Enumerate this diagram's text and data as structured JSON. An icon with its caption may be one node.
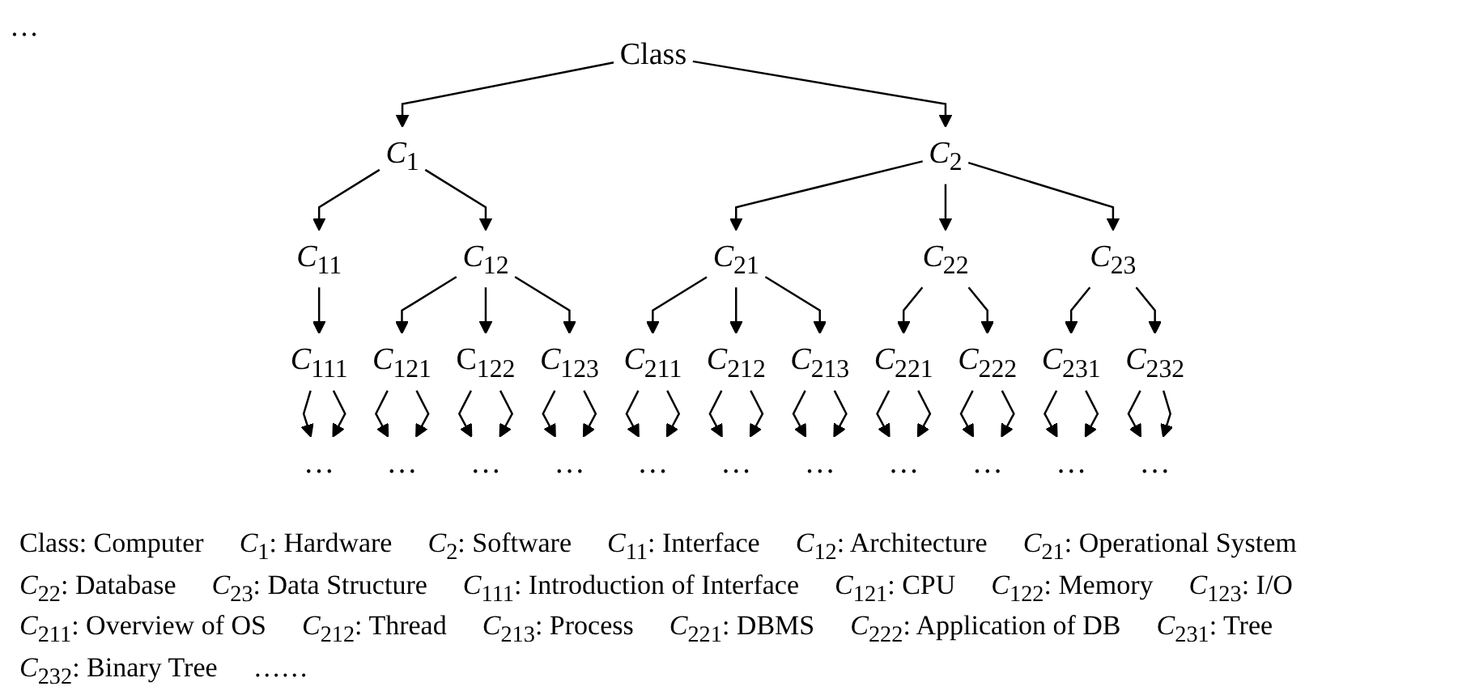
{
  "diagram": {
    "nodes": [
      {
        "text": [
          "Class"
        ]
      },
      {
        "text": [
          "*C*$_{1}$"
        ]
      },
      {
        "text": [
          "*C*$_{2}$"
        ]
      },
      {
        "text": [
          "*C*$_{11}$"
        ]
      },
      {
        "text": [
          "*C*$_{12}$"
        ]
      },
      {
        "text": [
          "*C*$_{21}$"
        ]
      },
      {
        "text": [
          "*C*$_{22}$"
        ]
      },
      {
        "text": [
          "*C*$_{23}$"
        ]
      },
      {
        "text": [
          "*C*$_{111}$"
        ]
      },
      {
        "text": [
          "*C*$_{121}$"
        ]
      },
      {
        "text": [
          "C$_{122}$"
        ]
      },
      {
        "text": [
          "*C*$_{123}$"
        ]
      },
      {
        "text": [
          "*C*$_{211}$"
        ]
      },
      {
        "text": [
          "*C*$_{212}$"
        ]
      },
      {
        "text": [
          "*C*$_{213}$"
        ]
      },
      {
        "text": [
          "*C*$_{221}$"
        ]
      },
      {
        "text": [
          "*C*$_{222}$"
        ]
      },
      {
        "text": [
          "*C*$_{231}$"
        ]
      },
      {
        "text": [
          "*C*$_{232}$"
        ]
      },
      {
        "text": [
          "…"
        ]
      },
      {
        "text": [
          "…"
        ]
      },
      {
        "text": [
          "…"
        ]
      },
      {
        "text": [
          "…"
        ]
      },
      {
        "text": [
          "…"
        ]
      },
      {
        "text": [
          "…"
        ]
      },
      {
        "text": [
          "…"
        ]
      },
      {
        "text": [
          "…"
        ]
      },
      {
        "text": [
          "…"
        ]
      },
      {
        "text": [
          "…"
        ]
      },
      {
        "text": [
          "…"
        ]
      }
    ],
    "edges": [
      {
        "from": 0,
        "to": 1,
        "arrow": "to"
      },
      {
        "from": 0,
        "to": 2,
        "arrow": "to"
      },
      {
        "from": 1,
        "to": 3,
        "arrow": "to"
      },
      {
        "from": 1,
        "to": 4,
        "arrow": "to"
      },
      {
        "from": 2,
        "to": 5,
        "arrow": "to"
      },
      {
        "from": 2,
        "to": 6,
        "arrow": "to"
      },
      {
        "from": 2,
        "to": 7,
        "arrow": "to"
      },
      {
        "from": 3,
        "to": 8,
        "arrow": "to"
      },
      {
        "from": 4,
        "to": 9,
        "arrow": "to"
      },
      {
        "from": 4,
        "to": 10,
        "arrow": "to"
      },
      {
        "from": 4,
        "to": 11,
        "arrow": "to"
      },
      {
        "from": 5,
        "to": 12,
        "arrow": "to"
      },
      {
        "from": 5,
        "to": 13,
        "arrow": "to"
      },
      {
        "from": 5,
        "to": 14,
        "arrow": "to"
      },
      {
        "from": 6,
        "to": 15,
        "arrow": "to"
      },
      {
        "from": 6,
        "to": 16,
        "arrow": "to"
      },
      {
        "from": 7,
        "to": 17,
        "arrow": "to"
      },
      {
        "from": 7,
        "to": 18,
        "arrow": "to"
      },
      {
        "from": 8,
        "to": 19,
        "arrow": "to"
      },
      {
        "from": 8,
        "to": 19,
        "arrow": "to"
      },
      {
        "from": 9,
        "to": 20,
        "arrow": "to"
      },
      {
        "from": 9,
        "to": 20,
        "arrow": "to"
      },
      {
        "from": 10,
        "to": 21,
        "arrow": "to"
      },
      {
        "from": 10,
        "to": 21,
        "arrow": "to"
      },
      {
        "from": 11,
        "to": 22,
        "arrow": "to"
      },
      {
        "from": 11,
        "to": 22,
        "arrow": "to"
      },
      {
        "from": 12,
        "to": 23,
        "arrow": "to"
      },
      {
        "from": 12,
        "to": 23,
        "arrow": "to"
      },
      {
        "from": 13,
        "to": 24,
        "arrow": "to"
      },
      {
        "from": 13,
        "to": 24,
        "arrow": "to"
      },
      {
        "from": 14,
        "to": 25,
        "arrow": "to"
      },
      {
        "from": 14,
        "to": 25,
        "arrow": "to"
      },
      {
        "from": 15,
        "to": 26,
        "arrow": "to"
      },
      {
        "from": 15,
        "to": 26,
        "arrow": "to"
      },
      {
        "from": 16,
        "to": 27,
        "arrow": "to"
      },
      {
        "from": 16,
        "to": 27,
        "arrow": "to"
      },
      {
        "from": 17,
        "to": 28,
        "arrow": "to"
      },
      {
        "from": 17,
        "to": 28,
        "arrow": "to"
      },
      {
        "from": 18,
        "to": 29,
        "arrow": "to"
      },
      {
        "from": 18,
        "to": 29,
        "arrow": "to"
      }
    ],
    "labels": [
      "…",
      "Class: Computer",
      "*C*$_{1}$: Hardware",
      "*C*$_{2}$: Software",
      "*C*$_{11}$: Interface",
      "*C*$_{12}$: Architecture",
      "*C*$_{21}$: Operational System",
      "*C*$_{22}$: Database",
      "*C*$_{23}$: Data Structure",
      "*C*$_{111}$: Introduction of Interface",
      "*C*$_{121}$: CPU",
      "*C*$_{122}$: Memory",
      "*C*$_{123}$: I/O",
      "*C*$_{211}$: Overview of OS",
      "*C*$_{212}$: Thread",
      "*C*$_{213}$: Process",
      "*C*$_{221}$: DBMS",
      "*C*$_{222}$: Application of DB",
      "*C*$_{231}$: Tree",
      "*C*$_{232}$: Binary Tree",
      "……"
    ]
  }
}
